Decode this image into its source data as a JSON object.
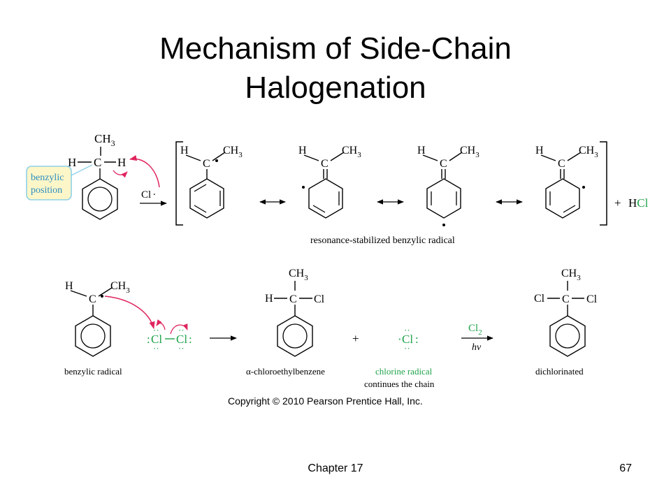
{
  "slide": {
    "title_line1": "Mechanism of Side-Chain",
    "title_line2": "Halogenation",
    "footer_chapter": "Chapter 17",
    "page_number": "67"
  },
  "colors": {
    "green": "#1fa34a",
    "arrow_red": "#e0245e",
    "callout_fill": "#fdf6c8",
    "callout_border": "#8fd0e8",
    "callout_text": "#2a8fc4"
  },
  "atoms": {
    "H": "H",
    "C": "C",
    "CH": "CH",
    "sub3": "3",
    "Cl": "Cl",
    "Cl2": "Cl",
    "sub2": "2",
    "hv": "hv",
    "plus": "+",
    "HCl_H": "H",
    "HCl_Cl": "Cl"
  },
  "step1": {
    "callout_line1": "benzylic",
    "callout_line2": "position",
    "reagent": "Cl",
    "caption": "resonance-stabilized benzylic radical"
  },
  "step2": {
    "caption_radical": "benzylic radical",
    "caption_product": "α-chloroethylbenzene",
    "caption_chlorine_line1": "chlorine radical",
    "caption_chlorine_line2": "continues the chain",
    "caption_dichloro": "dichlorinated"
  },
  "copyright": "Copyright © 2010 Pearson Prentice Hall, Inc."
}
